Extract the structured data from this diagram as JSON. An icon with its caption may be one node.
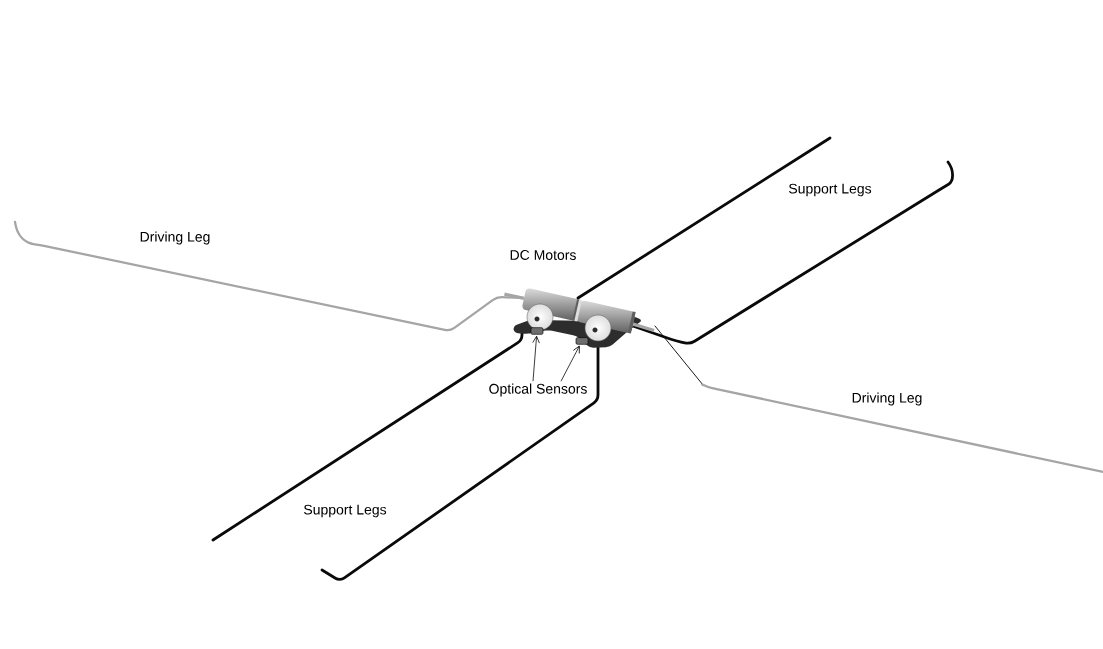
{
  "diagram": {
    "nodes": [
      {
        "text": [],
        "shape": "box"
      },
      {
        "text": [],
        "shape": "box"
      },
      {
        "text": [
          "Optical Sensors"
        ]
      }
    ],
    "edges": [
      {
        "from": 2,
        "to": 0,
        "arrow": "to"
      },
      {
        "from": 2,
        "to": 1,
        "arrow": "to"
      }
    ],
    "labels": [
      "Support Legs",
      "Driving Leg",
      "DC Motors",
      "Driving Leg",
      "Support Legs"
    ]
  }
}
